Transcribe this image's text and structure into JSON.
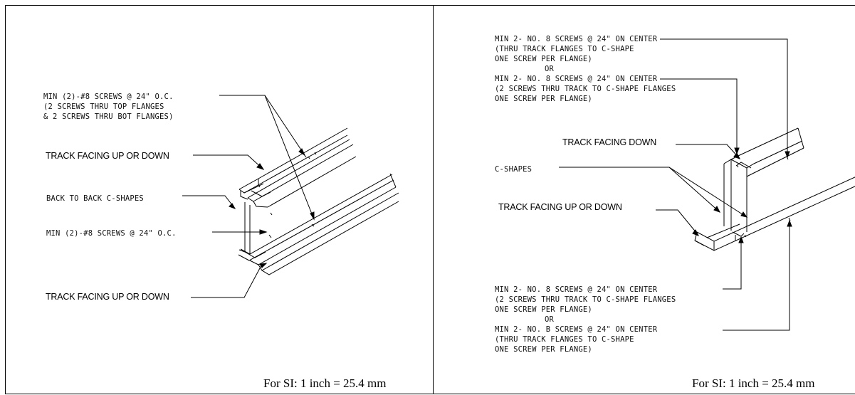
{
  "left": {
    "screw_note_main": [
      "MIN (2)-#8 SCREWS @ 24\" O.C.",
      "(2 SCREWS THRU TOP FLANGES",
      "& 2 SCREWS THRU BOT FLANGES)"
    ],
    "label_track_top": "TRACK FACING UP OR DOWN",
    "label_back_to_back": "BACK TO BACK C-SHAPES",
    "label_screws_mid": "MIN (2)-#8 SCREWS @ 24\" O.C.",
    "label_track_bottom": "TRACK FACING UP OR DOWN",
    "si_note": "For SI: 1 inch = 25.4 mm"
  },
  "right": {
    "top_note_a": [
      "MIN 2- NO. 8 SCREWS @ 24\" ON CENTER",
      "(THRU TRACK FLANGES TO C-SHAPE",
      "ONE SCREW PER FLANGE)"
    ],
    "top_or": "OR",
    "top_note_b": [
      "MIN 2- NO. 8 SCREWS @ 24\" ON CENTER",
      "(2 SCREWS THRU TRACK TO C-SHAPE FLANGES",
      "ONE SCREW PER FLANGE)"
    ],
    "label_track_down": "TRACK FACING DOWN",
    "label_c_shapes": "C-SHAPES",
    "label_track_up_down": "TRACK FACING UP OR DOWN",
    "bottom_note_a": [
      "MIN 2- NO. 8 SCREWS @ 24\" ON CENTER",
      "(2 SCREWS THRU TRACK TO C-SHAPE FLANGES",
      "ONE SCREW PER FLANGE)"
    ],
    "bottom_or": "OR",
    "bottom_note_b": [
      "MIN 2- NO. B SCREWS @ 24\" ON CENTER",
      "(THRU TRACK FLANGES TO C-SHAPE",
      "ONE SCREW PER FLANGE)"
    ],
    "si_note": "For SI: 1 inch = 25.4 mm"
  }
}
